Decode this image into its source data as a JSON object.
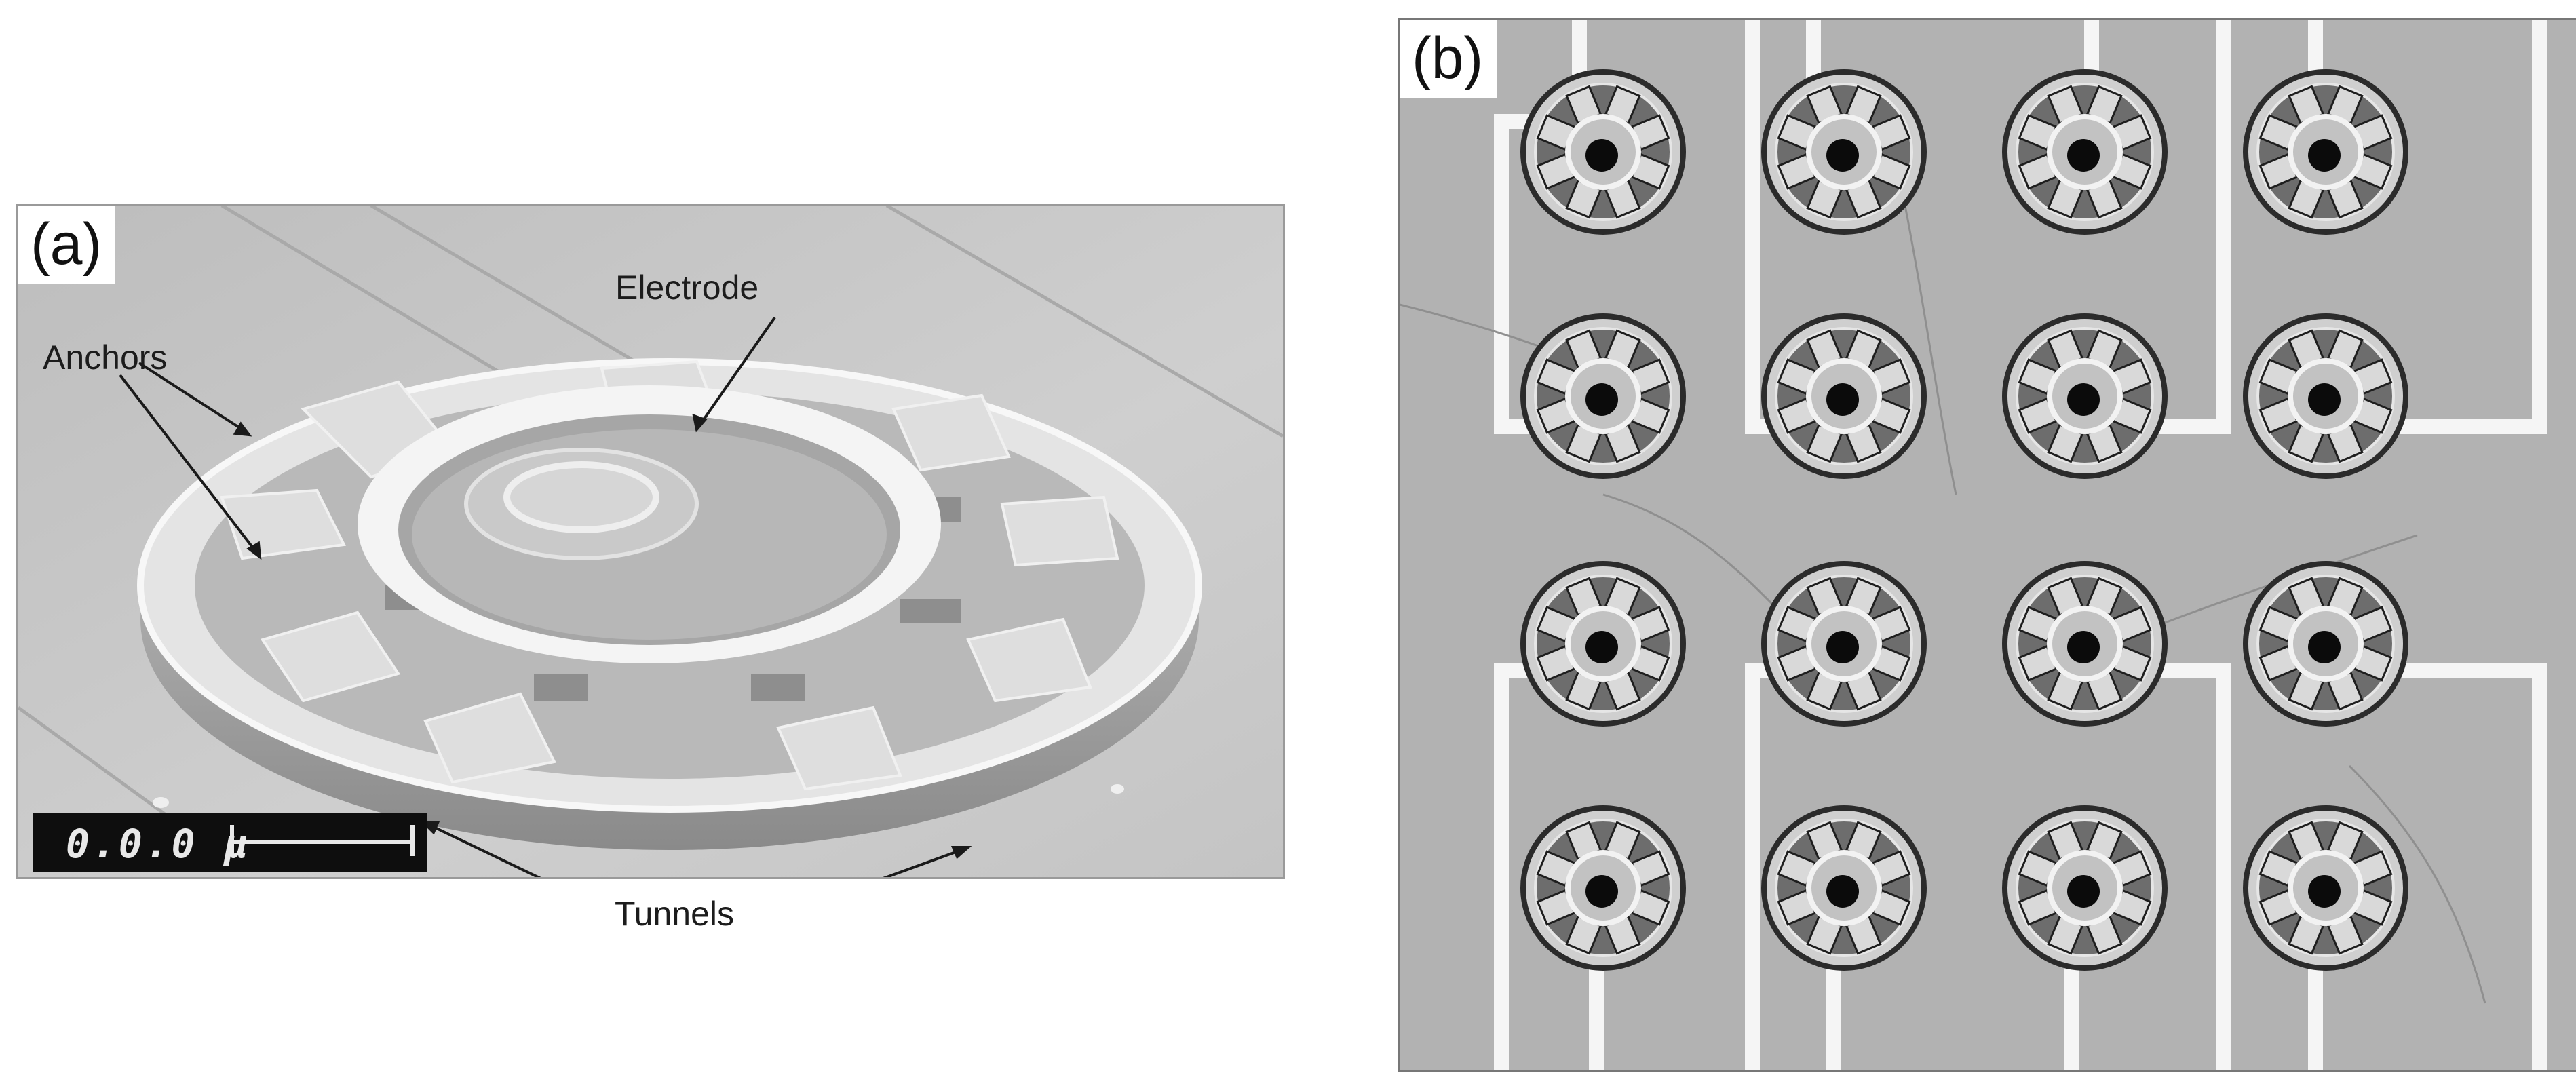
{
  "figure": {
    "panel_a": {
      "letter": "(a)",
      "labels": {
        "electrode": "Electrode",
        "anchors": "Anchors",
        "tunnels": "Tunnels"
      },
      "scale_text": "0.0.0 μ"
    },
    "panel_b": {
      "letter": "(b)",
      "grid": {
        "rows": 4,
        "columns": 4
      }
    }
  }
}
